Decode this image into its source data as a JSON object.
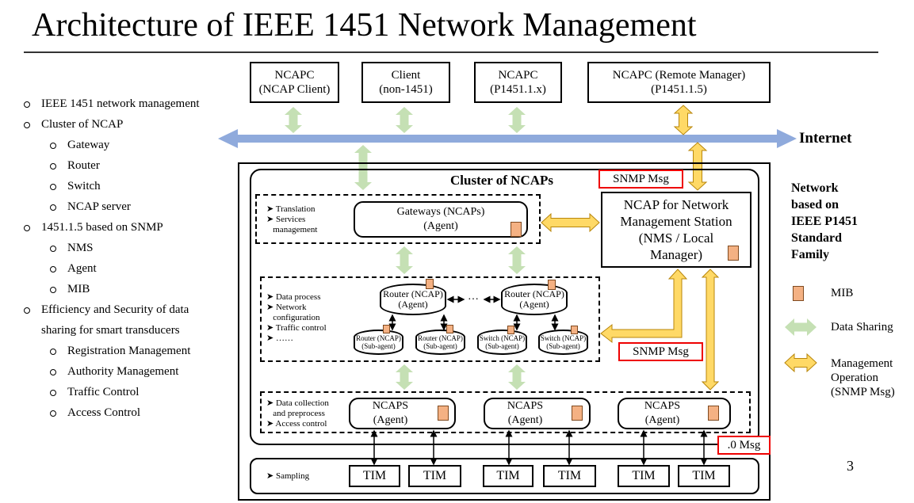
{
  "title": "Architecture of IEEE 1451 Network Management",
  "bullets": [
    {
      "text": "IEEE 1451 network management",
      "level": 0
    },
    {
      "text": "Cluster of NCAP",
      "level": 0
    },
    {
      "text": "Gateway",
      "level": 1
    },
    {
      "text": "Router",
      "level": 1
    },
    {
      "text": "Switch",
      "level": 1
    },
    {
      "text": "NCAP server",
      "level": 1
    },
    {
      "text": "1451.1.5 based on SNMP",
      "level": 0
    },
    {
      "text": "NMS",
      "level": 1
    },
    {
      "text": "Agent",
      "level": 1
    },
    {
      "text": "MIB",
      "level": 1
    },
    {
      "text": "Efficiency and Security of data",
      "level": 0
    },
    {
      "text": "sharing for smart transducers",
      "level": -1
    },
    {
      "text": "Registration Management",
      "level": 1
    },
    {
      "text": "Authority Management",
      "level": 1
    },
    {
      "text": "Traffic Control",
      "level": 1
    },
    {
      "text": "Access Control",
      "level": 1
    }
  ],
  "top_boxes": [
    {
      "l1": "NCAPC",
      "l2": "(NCAP Client)"
    },
    {
      "l1": "Client",
      "l2": "(non-1451)"
    },
    {
      "l1": "NCAPC",
      "l2": "(P1451.1.x)"
    },
    {
      "l1": "NCAPC (Remote Manager)",
      "l2": "(P1451.1.5)"
    }
  ],
  "internet": "Internet",
  "cluster_title": "Cluster of NCAPs",
  "snmp_msg": "SNMP Msg",
  "dot0_msg": ".0 Msg",
  "nms": {
    "l1": "NCAP for Network",
    "l2": "Management Station",
    "l3": "(NMS / Local",
    "l4": "Manager)"
  },
  "gateway_layer": {
    "notes": [
      "Translation",
      "Services",
      "management"
    ],
    "box_l1": "Gateways (NCAPs)",
    "box_l2": "(Agent)"
  },
  "router_layer": {
    "notes": [
      "Data process",
      "Network",
      "configuration",
      "Traffic control",
      "……"
    ],
    "router": {
      "l1": "Router (NCAP)",
      "l2": "(Agent)"
    },
    "ellipsis": "…",
    "subs": [
      {
        "l1": "Router (NCAP)",
        "l2": "(Sub-agent)"
      },
      {
        "l1": "Router (NCAP)",
        "l2": "(Sub-agent)"
      },
      {
        "l1": "Switch (NCAP)",
        "l2": "(Sub-agent)"
      },
      {
        "l1": "Switch (NCAP)",
        "l2": "(Sub-agent)"
      }
    ]
  },
  "ncaps_layer": {
    "notes": [
      "Data collection",
      "and preprocess",
      "Access control"
    ],
    "box_l1": "NCAPS",
    "box_l2": "(Agent)"
  },
  "sampling": "Sampling",
  "tim": "TIM",
  "legend": {
    "title_lines": [
      "Network",
      "based on",
      "IEEE P1451",
      "Standard",
      "Family"
    ],
    "mib": "MIB",
    "data_sharing": "Data Sharing",
    "mgmt": [
      "Management",
      "Operation",
      "(SNMP Msg)"
    ]
  },
  "page_number": "3",
  "colors": {
    "internet": "#8faadc",
    "data_sharing": "#c5e0b4",
    "management": "#ffd966",
    "alert": "#ee0000",
    "mib": "#f4b183"
  }
}
